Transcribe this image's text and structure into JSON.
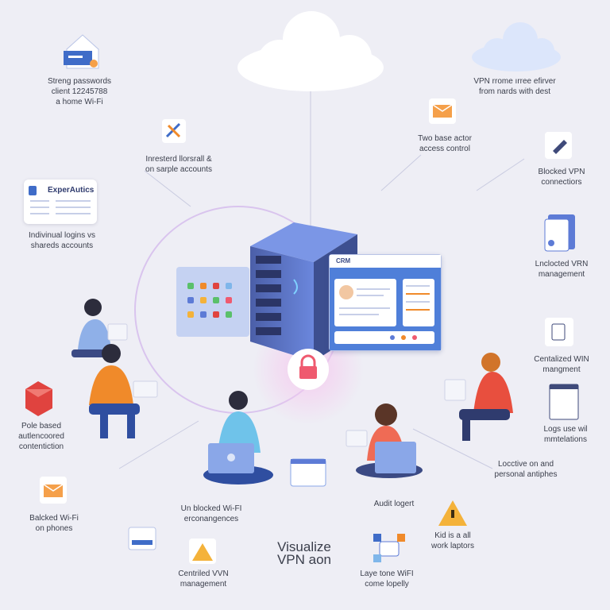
{
  "title": {
    "line1": "Visualize",
    "line2": "VPN aon"
  },
  "labels": {
    "strong_passwords": "Streng passwords\nclient 12245788\na home Wi-Fi",
    "vpn_remote": "VPN rrome ırree efirver\nfrom nards with dest",
    "two_base": "Two base actor\naccess control",
    "mixed_logins": "Inresterd llorsrall &\non sarple accounts",
    "blocked_vpn": "Blocked VPN\nconnectiors",
    "individual_logins": "Indivinual logins vs\nshareds accounts",
    "unlocked_vrn": "Lnclocted VRN\nmanagement",
    "centralized_win": "Centalized WIN\nmangment",
    "role_based": "Pole based\nautlencoored\ncontentiction",
    "logs_use": "Logs use wil\nmmtelations",
    "lock_personal": "Locctive on and\npersonal antiphes",
    "unblocked_wifi": "Un blocked Wi-FI\nerconangences",
    "audit_logs": "Audit logert",
    "backed_wifi": "Balcked Wi-Fi\non phones",
    "kids_work": "Kid is a all\nwork laptors",
    "centralized_vvn": "Centriled VVN\nmanagement",
    "layer_wifi": "Laye tone WiFI\ncome lopelly"
  },
  "crm": {
    "title": "CRM"
  },
  "expert_card": {
    "title": "ExperAutics"
  },
  "colors": {
    "background": "#eeeef5",
    "server": "#5d7bd6",
    "accent_orange": "#f08a2a",
    "accent_red": "#e0433f",
    "lock_pink": "#ef5a6f"
  },
  "icons": [
    "browser-lock-icon",
    "cloud-icon",
    "email-icon",
    "tools-icon",
    "plug-icon",
    "document-icon",
    "document-icon-2",
    "cube-icon",
    "envelope-icon",
    "qr-card-icon",
    "warning-icon",
    "warning-icon-2",
    "calendar-icon",
    "network-icon",
    "lock-icon",
    "server-icon"
  ]
}
